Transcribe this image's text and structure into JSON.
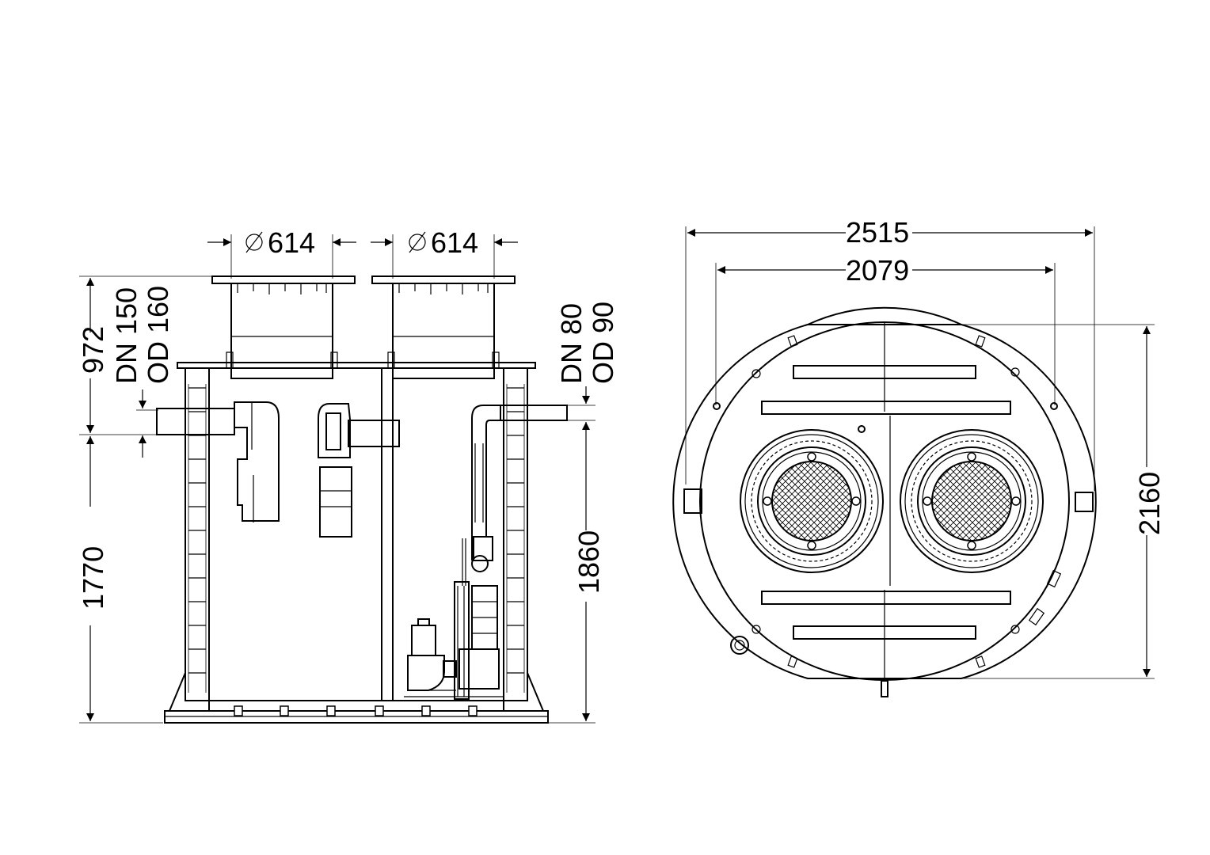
{
  "colors": {
    "line": "#000000",
    "background": "#ffffff"
  },
  "side_view": {
    "opening_left_label": "614",
    "opening_right_label": "614",
    "diameter_symbol": "∅",
    "top_height_label": "972",
    "lower_height_left_label": "1770",
    "lower_height_right_label": "1860",
    "inlet_left": {
      "dn": "DN 150",
      "od": "OD 160"
    },
    "inlet_right": {
      "dn": "DN 80",
      "od": "OD 90"
    }
  },
  "top_view": {
    "outer_width_label": "2515",
    "inner_width_label": "2079",
    "depth_label": "2160"
  }
}
